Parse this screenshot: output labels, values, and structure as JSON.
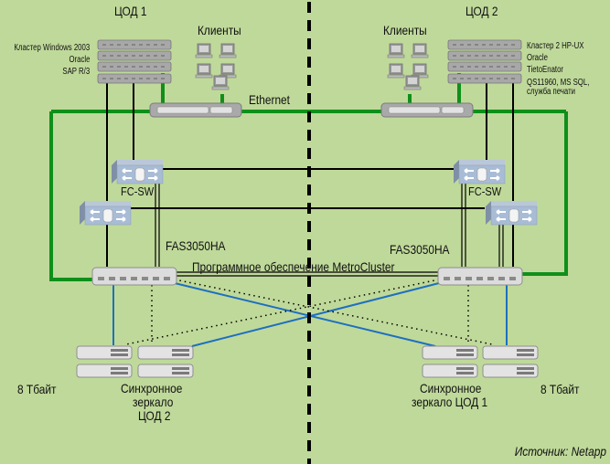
{
  "title": "MetroCluster dual data-center topology",
  "sites": {
    "left": {
      "name": "ЦОД 1",
      "clients_label": "Клиенты",
      "server_labels": [
        "Кластер Windows 2003",
        "Oracle",
        "SAP R/3"
      ],
      "fc_switch_label": "FC-SW",
      "storage_label": "FAS3050HA",
      "capacity": "8 Тбайт",
      "mirror_label": [
        "Синхронное",
        "зеркало",
        "ЦОД 2"
      ]
    },
    "right": {
      "name": "ЦОД 2",
      "clients_label": "Клиенты",
      "server_labels": [
        "Кластер 2 HP-UX",
        "Oracle",
        "TietoEnator",
        "QS11960, MS SQL,",
        "служба печати"
      ],
      "fc_switch_label": "FC-SW",
      "storage_label": "FAS3050HA",
      "capacity": "8 Тбайт",
      "mirror_label": [
        "Синхронное",
        "зеркало ЦОД 1"
      ]
    }
  },
  "network_label": "Ethernet",
  "interconnect_label": "Программное обеспечение MetroCluster",
  "source": "Источник: Netapp",
  "colors": {
    "background": "#bfd99a",
    "ethernet": "#0f8f1a",
    "fibre": "#000000",
    "storage_link": "#1d6fc0",
    "divider": "#000000"
  }
}
